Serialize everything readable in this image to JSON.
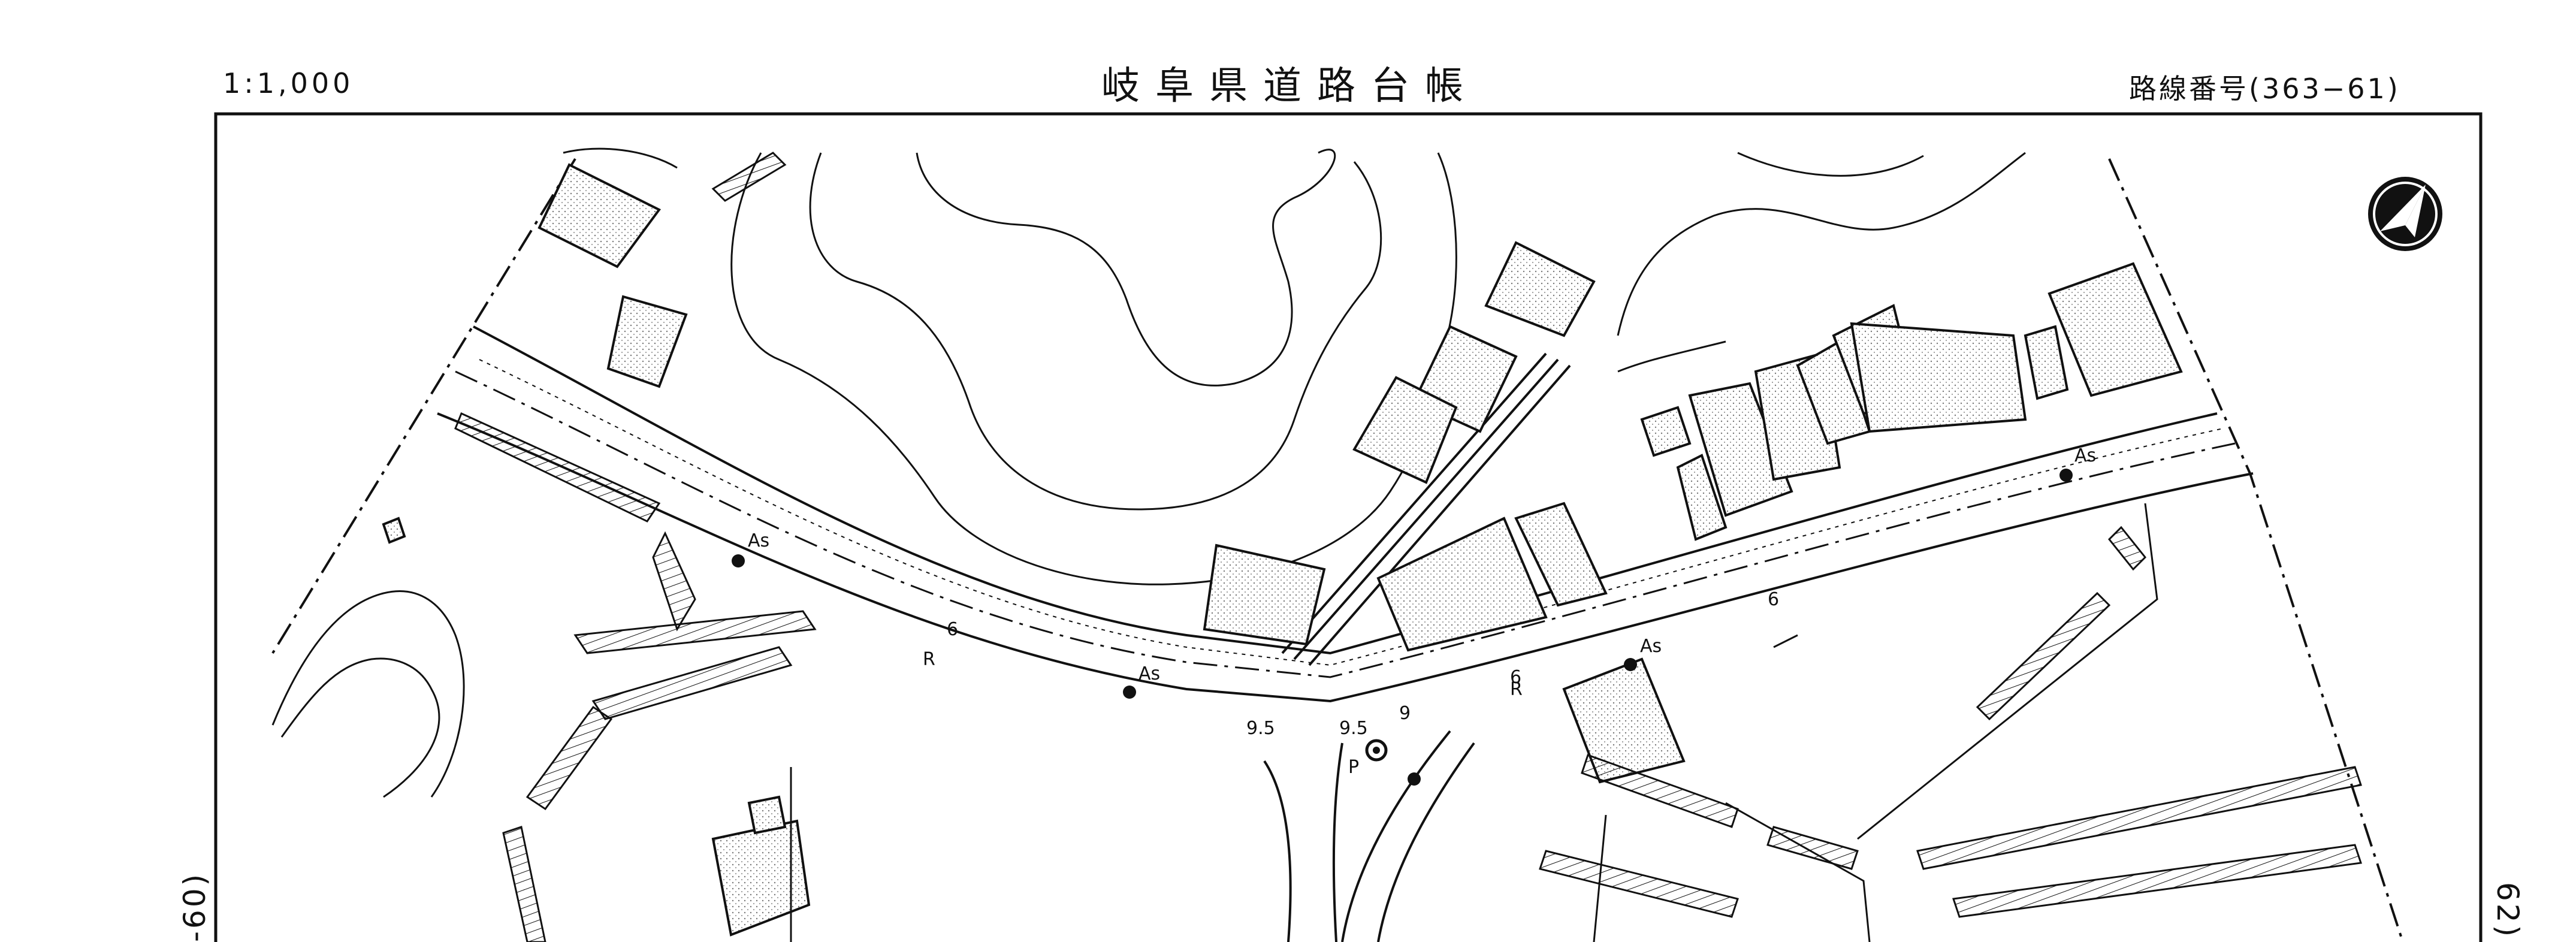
{
  "header": {
    "scale": "1:1,000",
    "title": "岐阜県道路台帳",
    "route_number": "路線番号(363−61)"
  },
  "edges": {
    "left_adjacent": "-60)",
    "right_adjacent": "62)"
  },
  "map": {
    "north_arrow": "north-arrow-icon",
    "labels": {
      "as": "As",
      "r": "R",
      "p": "P",
      "w6": "6",
      "w95": "9.5",
      "w9": "9"
    },
    "colors": {
      "ink": "#111111",
      "building_fill": "#e6e6e6",
      "paper": "#ffffff"
    }
  }
}
